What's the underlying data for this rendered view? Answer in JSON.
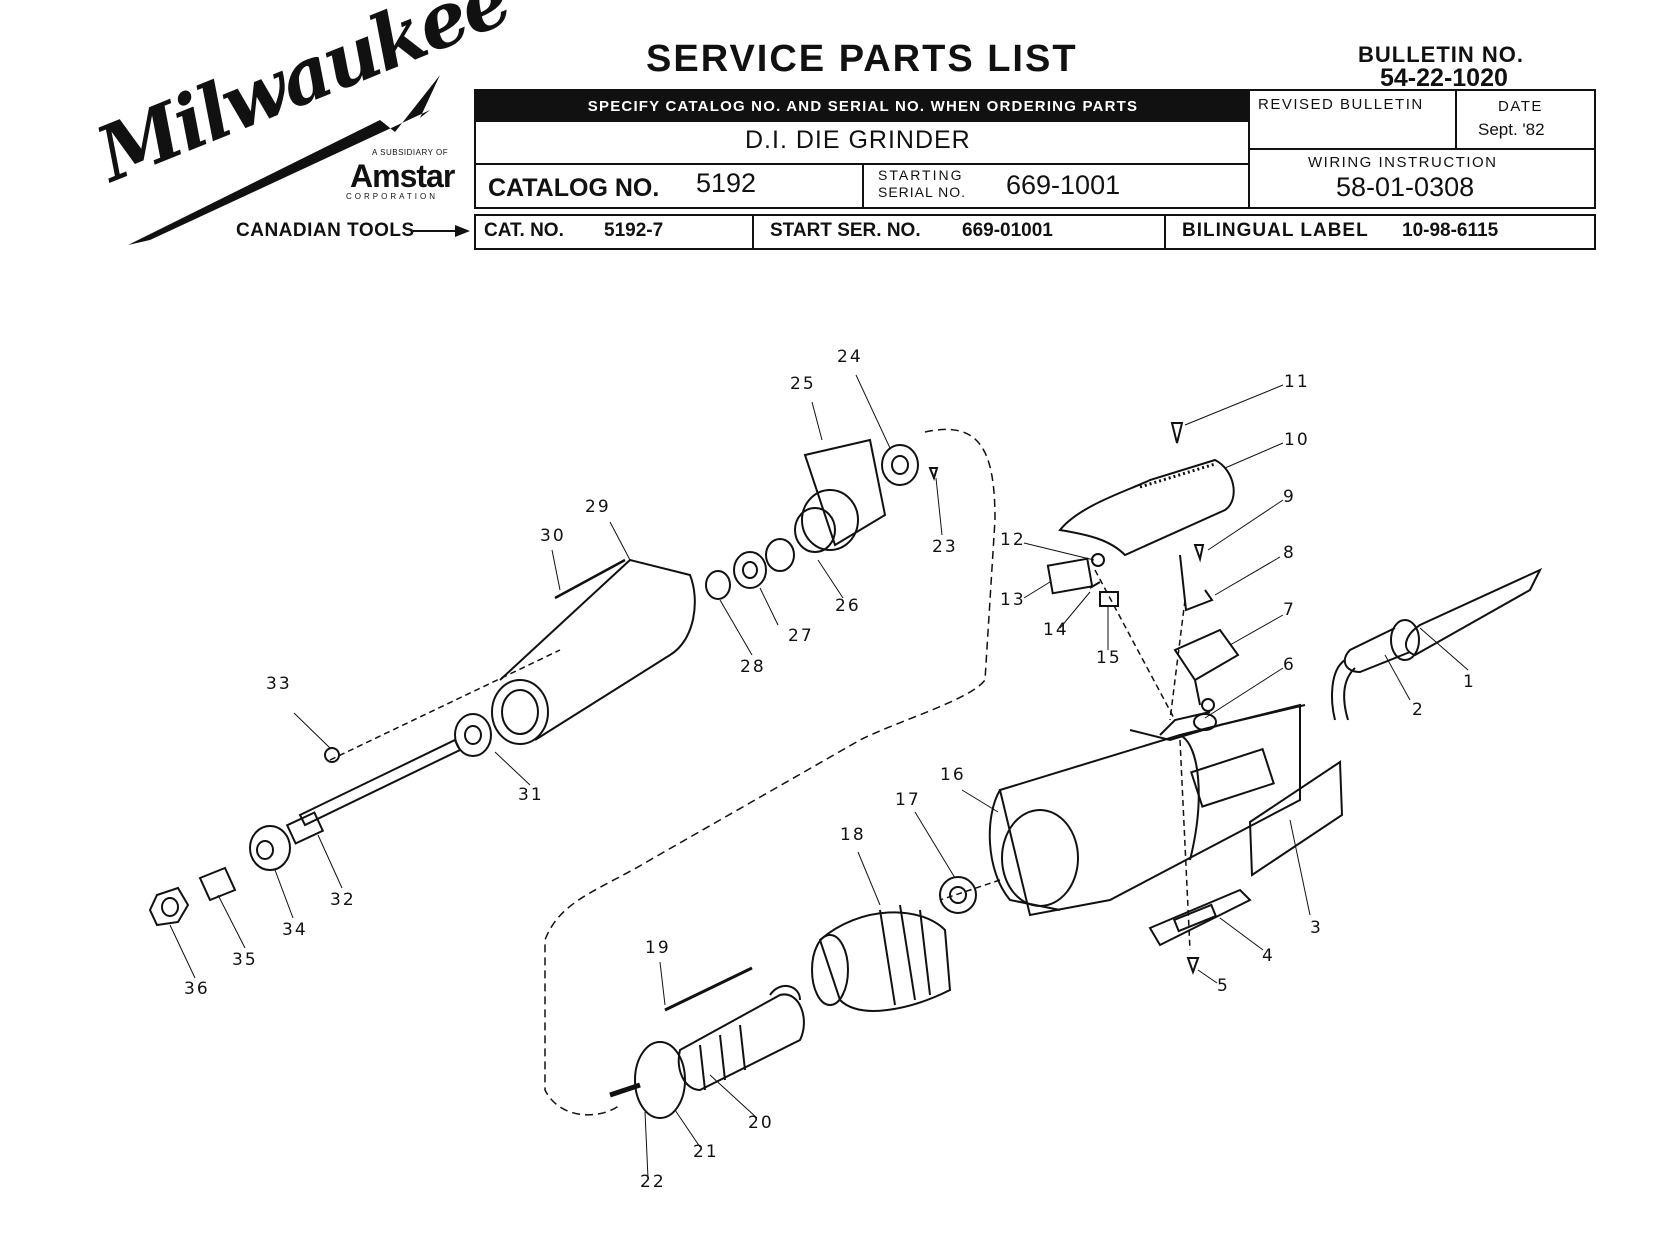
{
  "brand": {
    "name": "Milwaukee",
    "subsidiary_text": "A SUBSIDIARY OF",
    "parent": "Amstar",
    "parent_suffix": "CORPORATION"
  },
  "header": {
    "title": "SERVICE PARTS LIST",
    "bulletin_label": "BULLETIN NO.",
    "bulletin_no": "54-22-1020",
    "ordering_note": "SPECIFY CATALOG NO. AND SERIAL NO. WHEN ORDERING PARTS",
    "tool_name": "D.I. DIE GRINDER",
    "catalog_label": "CATALOG NO.",
    "catalog_no": "5192",
    "starting_label_1": "STARTING",
    "starting_label_2": "SERIAL NO.",
    "starting_serial": "669-1001",
    "revised_label": "REVISED BULLETIN",
    "date_label": "DATE",
    "date_value": "Sept. '82",
    "wiring_label": "WIRING INSTRUCTION",
    "wiring_no": "58-01-0308"
  },
  "canadian": {
    "label": "CANADIAN TOOLS",
    "cat_label": "CAT. NO.",
    "cat_no": "5192-7",
    "start_ser_label": "START SER. NO.",
    "start_ser_no": "669-01001",
    "bilingual_label": "BILINGUAL LABEL",
    "bilingual_no": "10-98-6115"
  },
  "part_numbers": [
    "1",
    "2",
    "3",
    "4",
    "5",
    "6",
    "7",
    "8",
    "9",
    "10",
    "11",
    "12",
    "13",
    "14",
    "15",
    "16",
    "17",
    "18",
    "19",
    "20",
    "21",
    "22",
    "23",
    "24",
    "25",
    "26",
    "27",
    "28",
    "29",
    "30",
    "31",
    "32",
    "33",
    "34",
    "35",
    "36"
  ]
}
